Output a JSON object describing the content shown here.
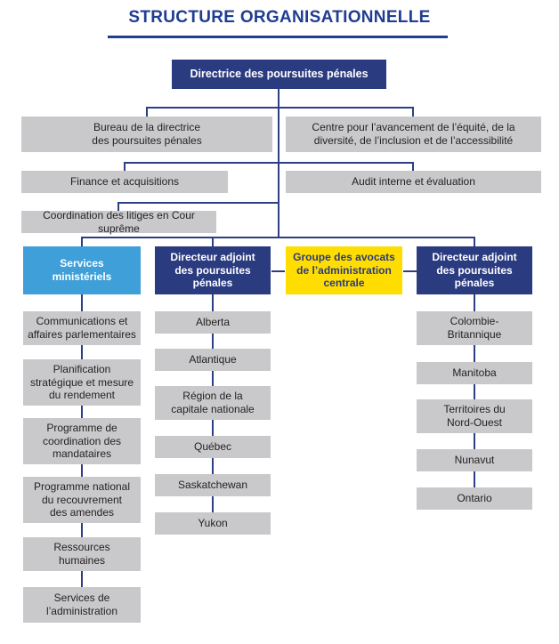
{
  "title": "STRUCTURE ORGANISATIONNELLE",
  "colors": {
    "navy": "#2b3b80",
    "title_blue": "#1f3d91",
    "light_blue": "#3f9fd8",
    "yellow": "#ffdd00",
    "gray": "#c9c9cb",
    "text_dark": "#231f20",
    "connector": "#2e3e84"
  },
  "org": {
    "root": "Directrice des poursuites pénales",
    "level2_left": "Bureau de la directrice\ndes poursuites pénales",
    "level2_right": "Centre pour l’avancement de l’équité, de la\ndiversité, de l’inclusion et de l’accessibilité",
    "level3_left": "Finance et acquisitions",
    "level3_right": "Audit interne et évaluation",
    "level4_left": "Coordination des litiges en Cour suprême",
    "executives": [
      {
        "label": "Services\nministériels"
      },
      {
        "label": "Directeur adjoint\ndes poursuites\npénales"
      },
      {
        "label": "Groupe des avocats\nde l’administration\ncentrale"
      },
      {
        "label": "Directeur adjoint\ndes poursuites\npénales"
      }
    ],
    "ministerial_units": [
      "Communications et\naffaires parlementaires",
      "Planification\nstratégique et mesure\ndu rendement",
      "Programme de\ncoordination des\nmandataires",
      "Programme national\ndu recouvrement\ndes amendes",
      "Ressources\nhumaines",
      "Services de\nl’administration"
    ],
    "regions_a": [
      "Alberta",
      "Atlantique",
      "Région de la\ncapitale nationale",
      "Québec",
      "Saskatchewan",
      "Yukon"
    ],
    "regions_b": [
      "Colombie-\nBritannique",
      "Manitoba",
      "Territoires du\nNord-Ouest",
      "Nunavut",
      "Ontario"
    ]
  }
}
